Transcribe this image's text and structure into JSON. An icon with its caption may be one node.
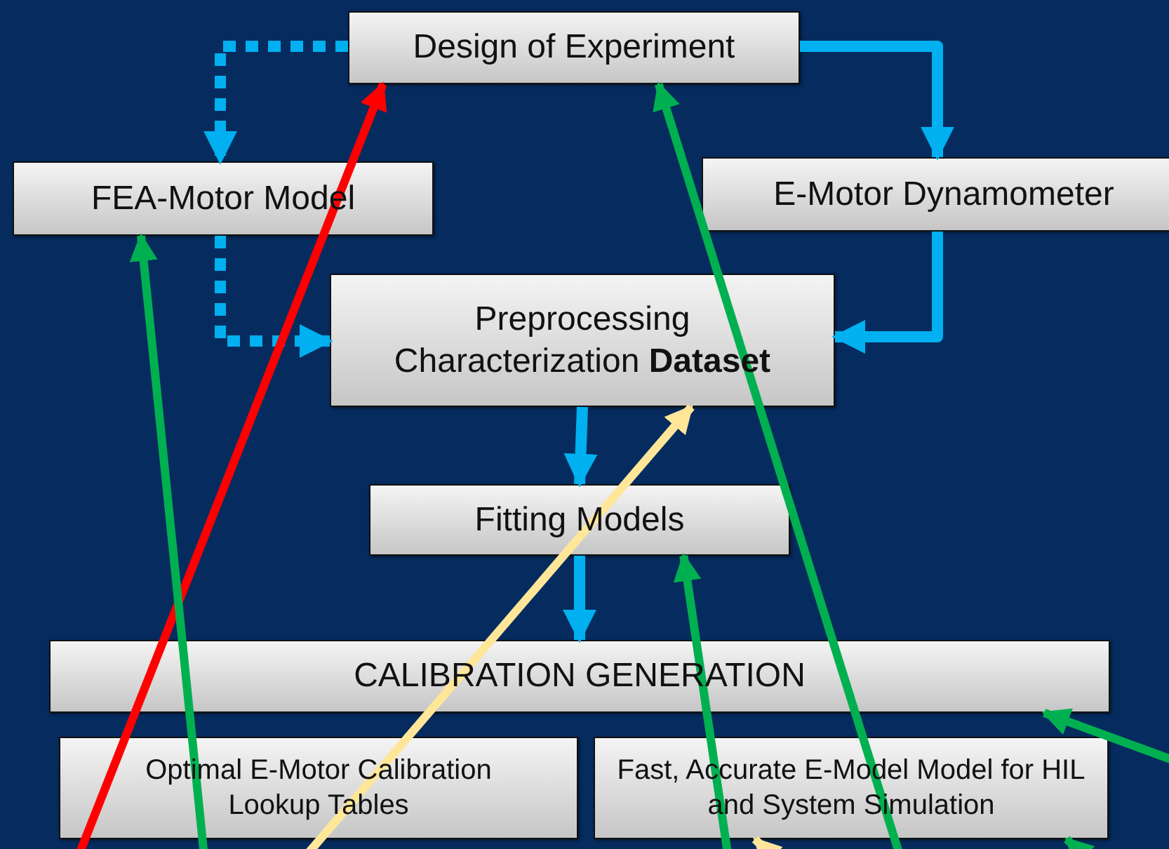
{
  "diagram": {
    "nodes": [
      {
        "text": [
          "Design of Experiment"
        ]
      },
      {
        "text": [
          "FEA-Motor Model"
        ]
      },
      {
        "text": [
          "E-Motor Dynamometer"
        ]
      },
      {
        "text": [
          "Preprocessing Characterization **Dataset**"
        ]
      },
      {
        "text": [
          "Fitting Models"
        ]
      },
      {
        "text": [
          "CALIBRATION GENERATION"
        ]
      },
      {
        "text": [
          "Optimal E-Motor Calibration Lookup Tables"
        ]
      },
      {
        "text": [
          "Fast, Accurate E-Model Model for HIL and System Simulation"
        ]
      }
    ],
    "edges": [
      {
        "from": 0,
        "to": 1,
        "arrow": "to",
        "style": "dashed"
      },
      {
        "from": 0,
        "to": 2,
        "arrow": "to"
      },
      {
        "from": 1,
        "to": 3,
        "arrow": "to",
        "style": "dashed"
      },
      {
        "from": 2,
        "to": 3,
        "arrow": "to"
      },
      {
        "from": 3,
        "to": 4,
        "arrow": "to"
      },
      {
        "from": 4,
        "to": 5,
        "arrow": "to"
      },
      {
        "from": null,
        "to": 0,
        "arrow": "to",
        "color": "#ff0000"
      },
      {
        "from": null,
        "to": 1,
        "arrow": "to",
        "color": "#00b050"
      },
      {
        "from": null,
        "to": 3,
        "arrow": "to",
        "color": "#ffe699"
      },
      {
        "from": null,
        "to": 4,
        "arrow": "to",
        "color": "#00b050"
      },
      {
        "from": null,
        "to": 7,
        "arrow": "to",
        "color": "#ffe699"
      },
      {
        "from": null,
        "to": 0,
        "arrow": "to",
        "color": "#00b050"
      },
      {
        "from": null,
        "to": 5,
        "arrow": "to",
        "color": "#00b050"
      },
      {
        "from": null,
        "to": 7,
        "arrow": "to",
        "color": "#00b050"
      }
    ]
  }
}
